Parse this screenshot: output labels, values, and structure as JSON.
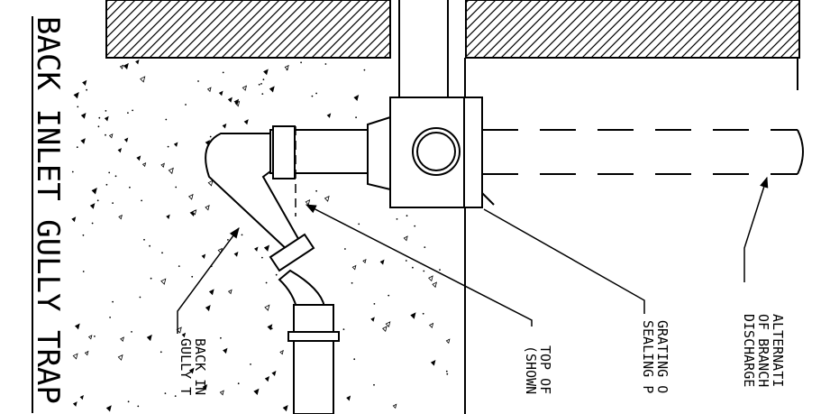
{
  "title": "BACK INLET GULLY TRAP",
  "labels": {
    "alternative_branch": [
      "ALTERNATI",
      "OF BRANCH",
      "DISCHARGE"
    ],
    "grating": [
      "GRATING O",
      "SEALING P"
    ],
    "top_of": [
      "TOP OF",
      "(SHOWN"
    ],
    "back_inlet": [
      "BACK IN",
      "GULLY T"
    ]
  },
  "colors": {
    "line": "#000000",
    "background": "#ffffff"
  }
}
